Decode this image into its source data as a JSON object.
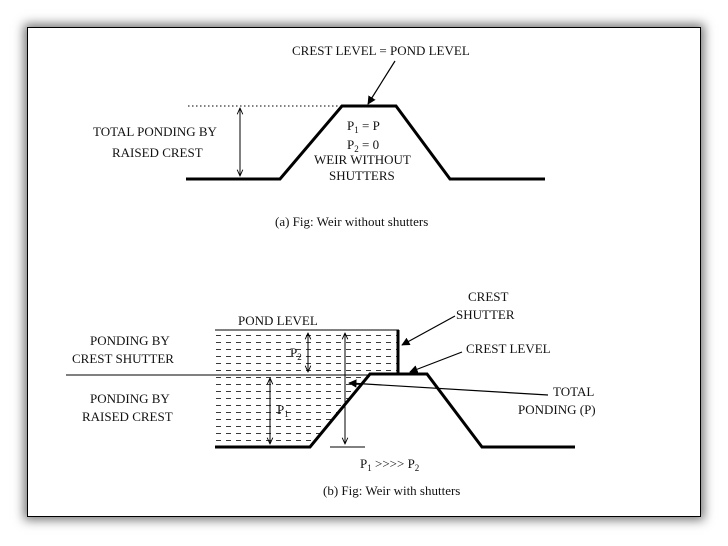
{
  "diagram_a": {
    "crest_title": "CREST LEVEL = POND LEVEL",
    "total_ponding_line1": "TOTAL PONDING BY",
    "total_ponding_line2": "RAISED CREST",
    "p1_label": "P",
    "p1_sub": "1",
    "p1_rhs": " = P",
    "p2_label": "P",
    "p2_sub": "2",
    "p2_rhs": " = 0",
    "weir_line1": "WEIR WITHOUT",
    "weir_line2": "SHUTTERS",
    "caption": "(a) Fig: Weir without shutters"
  },
  "diagram_b": {
    "crest_shutter_line1": "CREST",
    "crest_shutter_line2": "SHUTTER",
    "pond_level": "POND LEVEL",
    "crest_level": "CREST LEVEL",
    "ponding_shutter_line1": "PONDING BY",
    "ponding_shutter_line2": "CREST SHUTTER",
    "ponding_raised_line1": "PONDING BY",
    "ponding_raised_line2": "RAISED CREST",
    "total_ponding_line1": "TOTAL",
    "total_ponding_line2": "PONDING (P)",
    "p2_marker": "P",
    "p2_marker_sub": "2",
    "p1_marker": "P",
    "p1_marker_sub": "1",
    "relation_p1": "P",
    "relation_p1_sub": "1",
    "relation_mid": " >>>> ",
    "relation_p2": "P",
    "relation_p2_sub": "2",
    "caption": "(b) Fig: Weir with shutters"
  }
}
